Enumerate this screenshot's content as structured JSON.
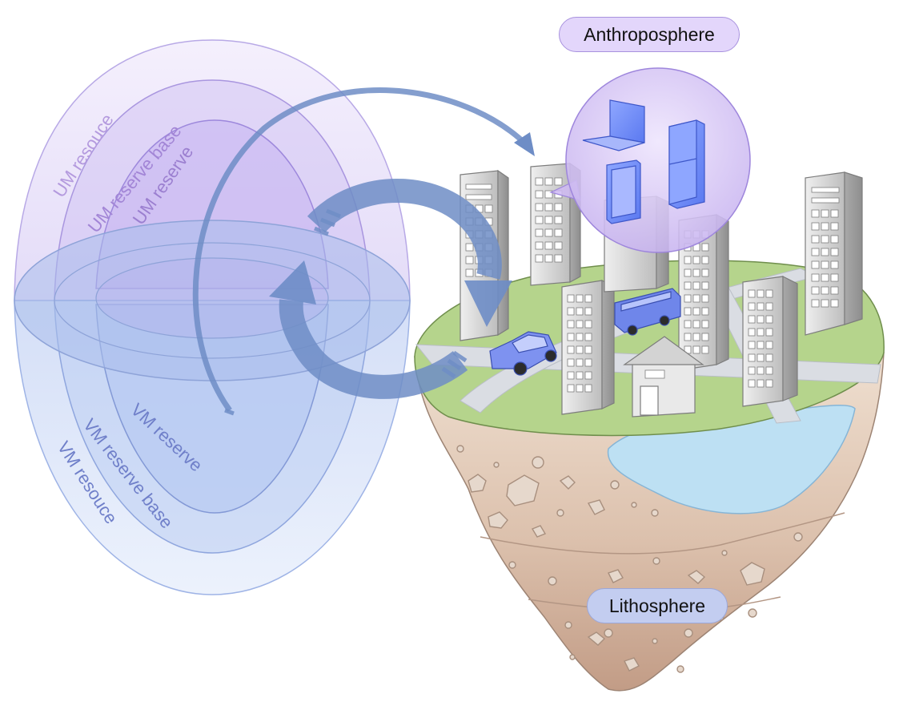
{
  "labels": {
    "anthroposphere": "Anthroposphere",
    "lithosphere": "Lithosphere"
  },
  "shells": {
    "um_resource": "UM resouce",
    "um_reserve_base": "UM reserve base",
    "um_reserve": "UM reserve",
    "vm_reserve": "VM reserve",
    "vm_reserve_base": "VM reserve base",
    "vm_resource": "VM resouce"
  },
  "colors": {
    "um_fill": "#d9ccf5",
    "vm_fill": "#c9d8f6",
    "arrow": "#6e8dc6",
    "grass": "#b5d48c",
    "soil_top": "#ead7c6",
    "soil_bottom": "#c9a690",
    "water": "#bde0f3",
    "building": "#c8c8c8",
    "device_bubble": "#d8c8f3",
    "vehicle": "#6f86ea"
  }
}
